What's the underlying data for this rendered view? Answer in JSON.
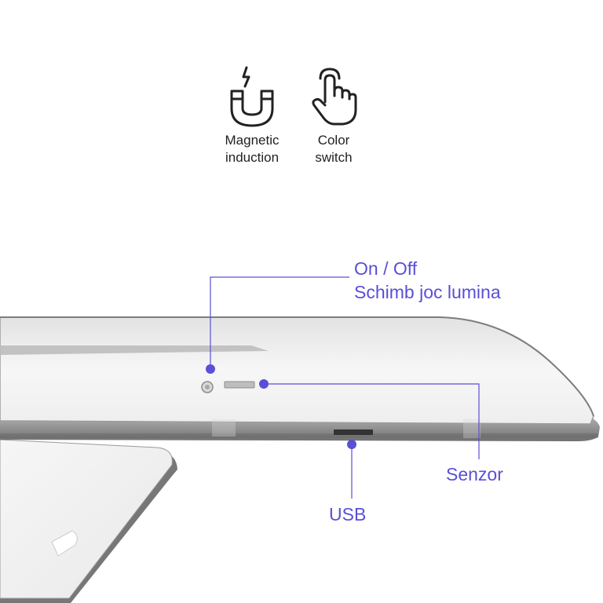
{
  "features": [
    {
      "icon": "magnet-icon",
      "label_line1": "Magnetic",
      "label_line2": "induction"
    },
    {
      "icon": "touch-hand-icon",
      "label_line1": "Color",
      "label_line2": "switch"
    }
  ],
  "callouts": {
    "power_line1": "On / Off",
    "power_line2": "Schimb joc lumina",
    "sensor": "Senzor",
    "usb": "USB"
  },
  "colors": {
    "callout": "#5a4fd6",
    "icon_stroke": "#222222",
    "device_edge": "#8a8a8a",
    "device_surface": "#f3f3f3"
  }
}
